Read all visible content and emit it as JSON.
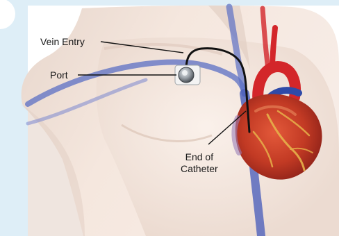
{
  "labels": {
    "vein_entry": "Vein Entry",
    "port": "Port",
    "end_of_catheter_line1": "End of",
    "end_of_catheter_line2": "Catheter"
  },
  "colors": {
    "left_background": "#deeef7",
    "skin": "#f1e1d6",
    "vein": "#5b6fc4",
    "artery": "#d3262a",
    "heart": "#c43a26",
    "catheter": "#111111",
    "port_metal": "#8a9096"
  }
}
